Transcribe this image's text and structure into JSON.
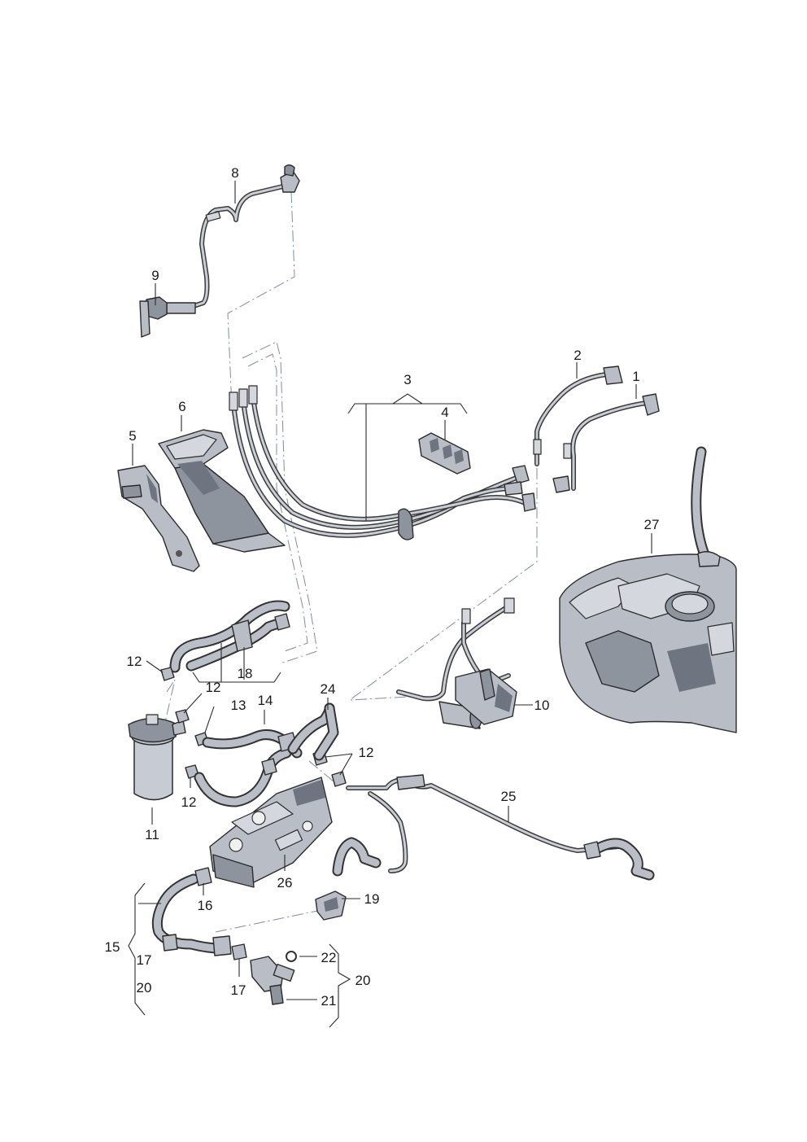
{
  "callouts": {
    "c1": "1",
    "c2": "2",
    "c3": "3",
    "c4": "4",
    "c5": "5",
    "c6": "6",
    "c8": "8",
    "c9": "9",
    "c10": "10",
    "c11": "11",
    "c12a": "12",
    "c12b": "12",
    "c12c": "12",
    "c12d": "12",
    "c13": "13",
    "c14": "14",
    "c15": "15",
    "c16": "16",
    "c17a": "17",
    "c17b": "17",
    "c18": "18",
    "c19": "19",
    "c20a": "20",
    "c20b": "20",
    "c21": "21",
    "c22": "22",
    "c24": "24",
    "c25": "25",
    "c26": "26",
    "c27": "27"
  },
  "parts": [
    "fuel-line-1",
    "fuel-line-2",
    "fuel-line-set-3",
    "line-clip-4",
    "bracket-5",
    "heat-shield-6",
    "vent-line-8",
    "connector-9",
    "fuel-pump-10",
    "fuel-filter-11",
    "hose-clip-12",
    "hose-set-13",
    "return-hose-14",
    "hose-assembly-15",
    "hose-clip-16",
    "hose-clip-17",
    "holder-18",
    "clip-19",
    "valve-assembly-20",
    "valve-21",
    "o-ring-22",
    "hose-24",
    "fuel-line-25",
    "mounting-bracket-26",
    "fuel-tank-27"
  ]
}
